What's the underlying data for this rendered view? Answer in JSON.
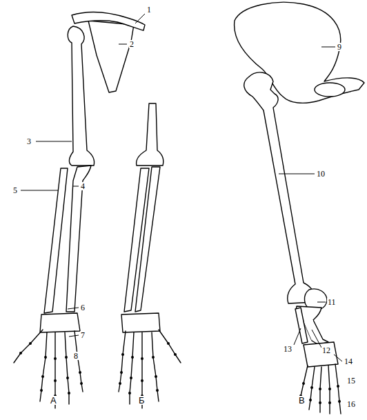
{
  "diagram": {
    "labels": [
      "1",
      "2",
      "3",
      "4",
      "5",
      "6",
      "7",
      "8",
      "9",
      "10",
      "11",
      "12",
      "13",
      "14",
      "15",
      "16",
      "А",
      "Б",
      "В"
    ]
  }
}
